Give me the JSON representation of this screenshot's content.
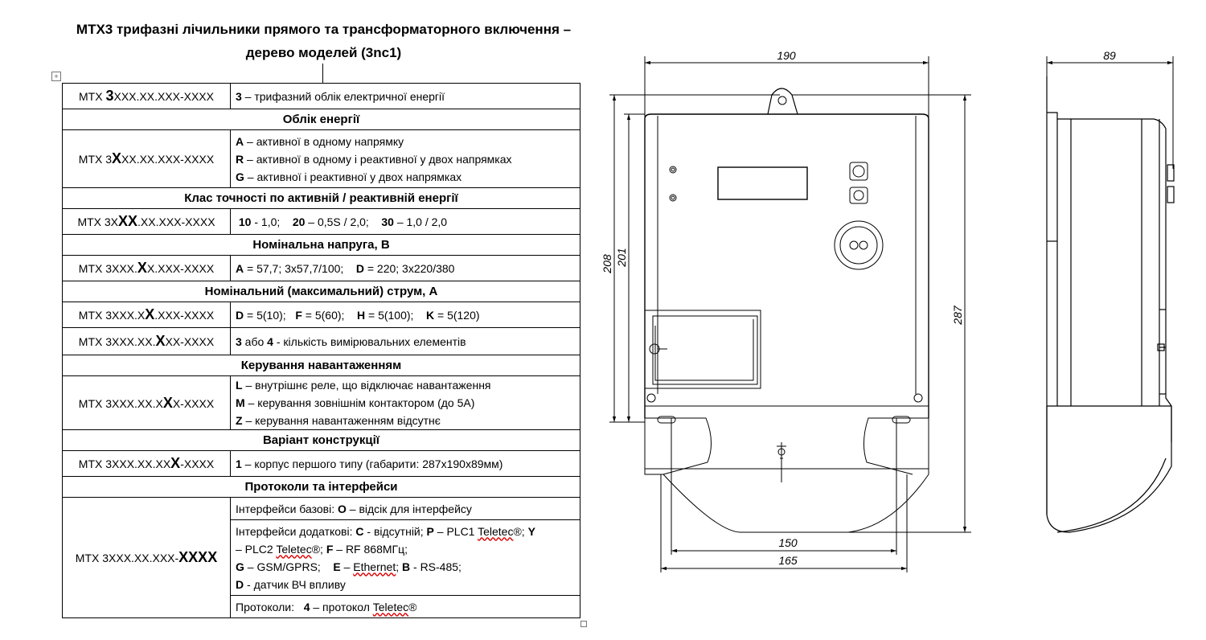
{
  "title": {
    "line1": "MTX3 трифазні лічильники прямого та трансформаторного включення –",
    "line2": "дерево моделей (3nc1)"
  },
  "rows": [
    {
      "code_pre": "MTX ",
      "code_bold": "3",
      "code_post": "XXX.XX.XXX-XXXX",
      "desc": [
        [
          [
            "b",
            "3"
          ],
          [
            "t",
            " – трифазний облік електричної енергії"
          ]
        ]
      ]
    },
    {
      "header": "Облік енергії"
    },
    {
      "code_pre": "MTX 3",
      "code_bold": "X",
      "code_post": "XX.XX.XXX-XXXX",
      "desc": [
        [
          [
            "b",
            "A"
          ],
          [
            "t",
            " – активної в одному напрямку"
          ]
        ],
        [
          [
            "b",
            "R"
          ],
          [
            "t",
            " – активної в одному і реактивної у двох напрямках"
          ]
        ],
        [
          [
            "b",
            "G"
          ],
          [
            "t",
            " – активної і реактивної у двох напрямках"
          ]
        ]
      ]
    },
    {
      "header": "Клас точності по активній / реактивній енергії"
    },
    {
      "code_pre": "MTX 3X",
      "code_bold": "XX",
      "code_post": ".XX.XXX-XXXX",
      "desc": [
        [
          [
            "t",
            " "
          ],
          [
            "b",
            "10"
          ],
          [
            "t",
            " - 1,0;    "
          ],
          [
            "b",
            "20"
          ],
          [
            "t",
            " – 0,5S / 2,0;    "
          ],
          [
            "b",
            "30"
          ],
          [
            "t",
            " – 1,0 / 2,0"
          ]
        ]
      ]
    },
    {
      "header": "Номінальна напруга, В"
    },
    {
      "code_pre": "MTX 3XXX.",
      "code_bold": "X",
      "code_post": "X.XXX-XXXX",
      "desc": [
        [
          [
            "b",
            "A"
          ],
          [
            "t",
            " = 57,7; 3х57,7/100;    "
          ],
          [
            "b",
            "D"
          ],
          [
            "t",
            " = 220; 3х220/380"
          ]
        ]
      ]
    },
    {
      "header": "Номінальний (максимальний) струм, А"
    },
    {
      "code_pre": "MTX 3XXX.X",
      "code_bold": "X",
      "code_post": ".XXX-XXXX",
      "desc": [
        [
          [
            "b",
            "D"
          ],
          [
            "t",
            " = 5(10);   "
          ],
          [
            "b",
            "F"
          ],
          [
            "t",
            " = 5(60);    "
          ],
          [
            "b",
            "H"
          ],
          [
            "t",
            " = 5(100);    "
          ],
          [
            "b",
            "K"
          ],
          [
            "t",
            " = 5(120)"
          ]
        ]
      ]
    },
    {
      "code_pre": "MTX 3XXX.XX.",
      "code_bold": "X",
      "code_post": "XX-XXXX",
      "desc": [
        [
          [
            "b",
            "3"
          ],
          [
            "t",
            " або "
          ],
          [
            "b",
            "4"
          ],
          [
            "t",
            " - кількість вимірювальних елементів"
          ]
        ]
      ]
    },
    {
      "header": "Керування навантаженням"
    },
    {
      "code_pre": "MTX 3XXX.XX.X",
      "code_bold": "X",
      "code_post": "X-XXXX",
      "desc": [
        [
          [
            "b",
            "L"
          ],
          [
            "t",
            " – внутрішнє реле, що відключає навантаження"
          ]
        ],
        [
          [
            "b",
            "M"
          ],
          [
            "t",
            " – керування зовнішнім контактором (до 5А)"
          ]
        ],
        [
          [
            "b",
            "Z"
          ],
          [
            "t",
            " – керування навантаженням відсутнє"
          ]
        ]
      ]
    },
    {
      "header": "Варіант конструкції"
    },
    {
      "code_pre": "MTX 3XXX.XX.XX",
      "code_bold": "X",
      "code_post": "-XXXX",
      "desc": [
        [
          [
            "b",
            "1"
          ],
          [
            "t",
            " – корпус першого типу (габарити: 287х190х89мм)"
          ]
        ]
      ]
    },
    {
      "header": "Протоколи та інтерфейси"
    },
    {
      "code_pre": "MTX 3XXX.XX.XXX-",
      "code_bold": "XXXX",
      "code_post": "",
      "rowspan": 3,
      "desc": [
        [
          [
            "t",
            "Інтерфейси базові: "
          ],
          [
            "b",
            "O"
          ],
          [
            "t",
            " – відсік для інтерфейсу"
          ]
        ]
      ]
    },
    {
      "cont": true,
      "desc": [
        [
          [
            "t",
            "Інтерфейси додаткові: "
          ],
          [
            "b",
            "C"
          ],
          [
            "t",
            " - відсутній; "
          ],
          [
            "b",
            "P"
          ],
          [
            "t",
            " – PLC1 "
          ],
          [
            "s",
            "Teletec"
          ],
          [
            "t",
            "®; "
          ],
          [
            "b",
            "Y"
          ]
        ],
        [
          [
            "t",
            "– PLC2 "
          ],
          [
            "s",
            "Teletec"
          ],
          [
            "t",
            "®; "
          ],
          [
            "b",
            "F"
          ],
          [
            "t",
            " – RF 868МГц;"
          ]
        ],
        [
          [
            "b",
            "G"
          ],
          [
            "t",
            " – GSM/GPRS;    "
          ],
          [
            "b",
            "E"
          ],
          [
            "t",
            " – "
          ],
          [
            "s",
            "Ethernet"
          ],
          [
            "t",
            "; "
          ],
          [
            "b",
            "B"
          ],
          [
            "t",
            " - RS-485;"
          ]
        ],
        [
          [
            "b",
            "D"
          ],
          [
            "t",
            " - датчик ВЧ впливу"
          ]
        ]
      ]
    },
    {
      "cont": true,
      "desc": [
        [
          [
            "t",
            "Протоколи:   "
          ],
          [
            "b",
            "4"
          ],
          [
            "t",
            " – протокол "
          ],
          [
            "s",
            "Teletec"
          ],
          [
            "t",
            "®"
          ]
        ]
      ]
    }
  ],
  "dimensions": {
    "width_total": "190",
    "depth": "89",
    "height_a": "208",
    "height_b": "201",
    "height_total": "287",
    "mount_150": "150",
    "mount_165": "165"
  }
}
